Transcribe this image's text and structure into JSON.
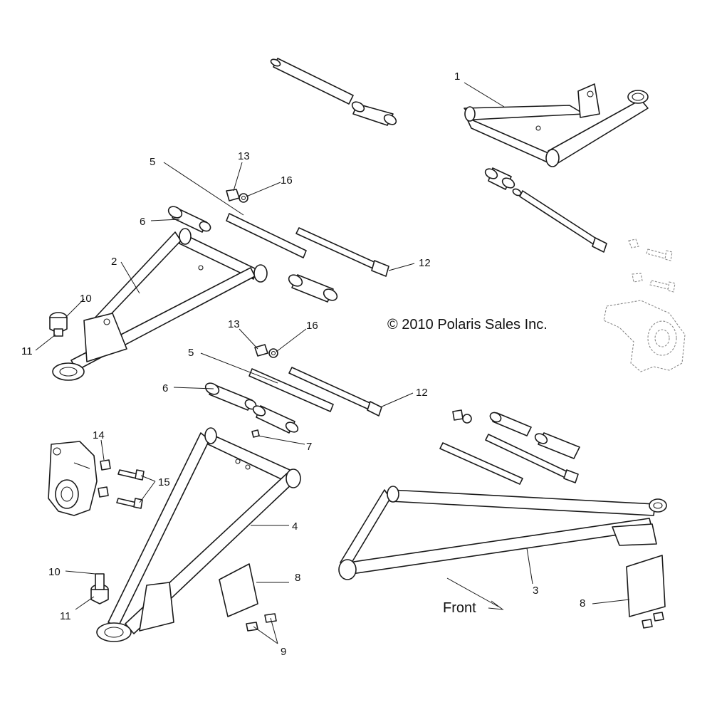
{
  "copyright": "© 2010 Polaris Sales Inc.",
  "direction_label": "Front",
  "callouts": {
    "c1": "1",
    "c2": "2",
    "c3": "3",
    "c4": "4",
    "c5a": "5",
    "c5b": "5",
    "c6a": "6",
    "c6b": "6",
    "c7": "7",
    "c8a": "8",
    "c8b": "8",
    "c9": "9",
    "c10a": "10",
    "c10b": "10",
    "c11a": "11",
    "c11b": "11",
    "c12a": "12",
    "c12b": "12",
    "c13a": "13",
    "c13b": "13",
    "c14": "14",
    "c15": "15",
    "c16a": "16",
    "c16b": "16"
  }
}
